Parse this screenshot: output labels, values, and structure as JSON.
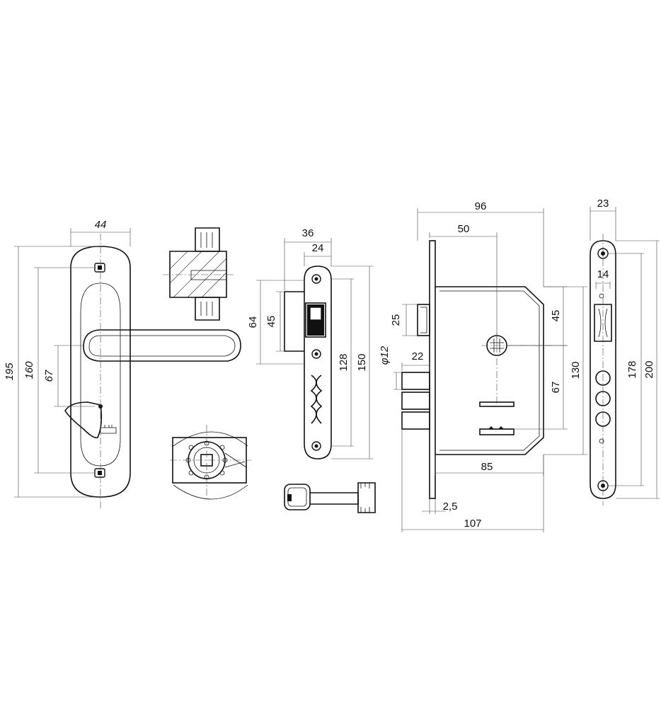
{
  "dimensions": {
    "handle_width": "44",
    "handle_total_height": "195",
    "handle_screw_spacing": "160",
    "handle_axis_offset": "67",
    "strike_width": "36",
    "strike_offset": "24",
    "strike_height_outer": "64",
    "strike_height_inner": "45",
    "strike_length_inner": "128",
    "strike_length_outer": "150",
    "lock_total_width": "96",
    "lock_backset": "50",
    "lock_latch_height": "25",
    "lock_bolt_diameter": "φ12",
    "lock_bolt_projection": "22",
    "lock_upper_offset": "45",
    "lock_center_distance": "67",
    "lock_body_height": "130",
    "lock_body_width": "85",
    "lock_faceplate_thickness": "2,5",
    "lock_total_depth": "107",
    "faceplate_width": "23",
    "faceplate_slot_width": "14",
    "faceplate_screw_spacing": "178",
    "faceplate_total_height": "200"
  }
}
